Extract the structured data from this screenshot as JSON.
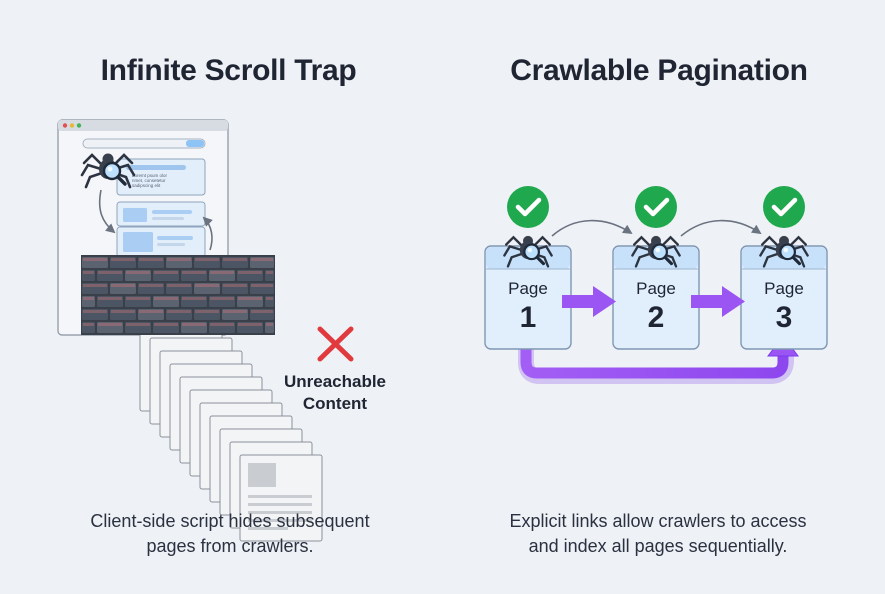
{
  "left_panel": {
    "title": "Infinite Scroll Trap",
    "content_lines": [
      "Loremt psum olor",
      "nmet, consetetur",
      "sadipscing elit"
    ],
    "unreachable_label_line1": "Unreachable",
    "unreachable_label_line2": "Content",
    "caption_line1": "Client-side script hides subsequent",
    "caption_line2": "pages from crawlers."
  },
  "right_panel": {
    "title": "Crawlable Pagination",
    "pages": [
      {
        "word": "Page",
        "number": "1"
      },
      {
        "word": "Page",
        "number": "2"
      },
      {
        "word": "Page",
        "number": "3"
      }
    ],
    "caption_line1": "Explicit links allow crawlers to access",
    "caption_line2": "and index all pages sequentially."
  },
  "colors": {
    "background": "#eef1f5",
    "accent_purple": "#9b55f2",
    "success_green": "#1fa84d",
    "error_red": "#e0393e",
    "page_blue": "#dfeefe",
    "brick": "#4b5563"
  },
  "icons": [
    "spider-magnifier-icon",
    "checkmark-icon",
    "x-mark-icon",
    "brick-wall",
    "browser-window"
  ]
}
